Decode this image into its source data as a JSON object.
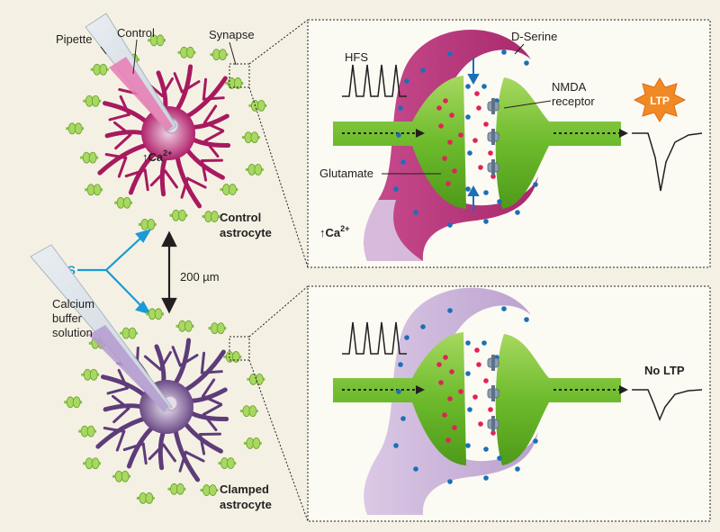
{
  "labels": {
    "pipette": "Pipette",
    "control": "Control",
    "synapse": "Synapse",
    "ca_top": "↑Ca",
    "ca_sup": "2+",
    "control_astrocyte_1": "Control",
    "control_astrocyte_2": "astrocyte",
    "hfs_left": "HFS",
    "distance": "200 µm",
    "calcium_1": "Calcium",
    "calcium_2": "buffer",
    "calcium_3": "solution",
    "clamped_1": "Clamped",
    "clamped_2": "astrocyte",
    "panel_hfs": "HFS",
    "d_serine": "D-Serine",
    "nmda_1": "NMDA",
    "nmda_2": "receptor",
    "glutamate": "Glutamate",
    "ca_panel": "↑Ca",
    "ca_panel_sup": "2+",
    "ltp": "LTP",
    "no_ltp": "No LTP"
  },
  "colors": {
    "background": "#f4f1e4",
    "control_astrocyte": "#b0216a",
    "clamped_astrocyte": "#6b4a86",
    "axon_green": "#6dbb2c",
    "glutamate_dot": "#e32158",
    "d_serine_dot": "#1b6fb8",
    "hfs_blue": "#1a9ad6",
    "ltp_badge": "#f08a24"
  },
  "icons": [
    "pipette",
    "astrocyte",
    "synapse-marker",
    "star-badge",
    "nmda-receptor"
  ]
}
